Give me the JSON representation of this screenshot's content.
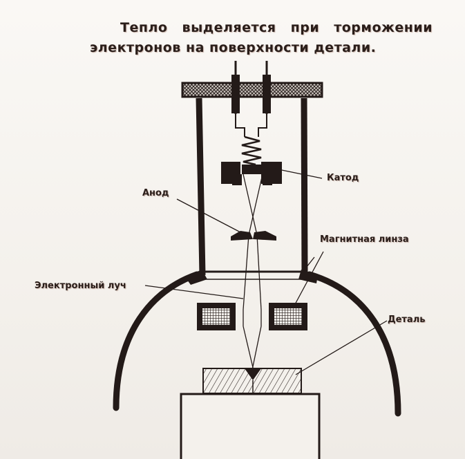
{
  "caption": {
    "line1": "Тепло выделяется при торможении",
    "line2": "электронов на поверхности детали."
  },
  "labels": {
    "cathode": "Катод",
    "anode": "Анод",
    "magnetic_lens": "Магнитная линза",
    "electron_beam": "Электронный луч",
    "workpiece": "Деталь"
  },
  "colors": {
    "ink": "#231a18",
    "background": "#f6f3ef"
  }
}
